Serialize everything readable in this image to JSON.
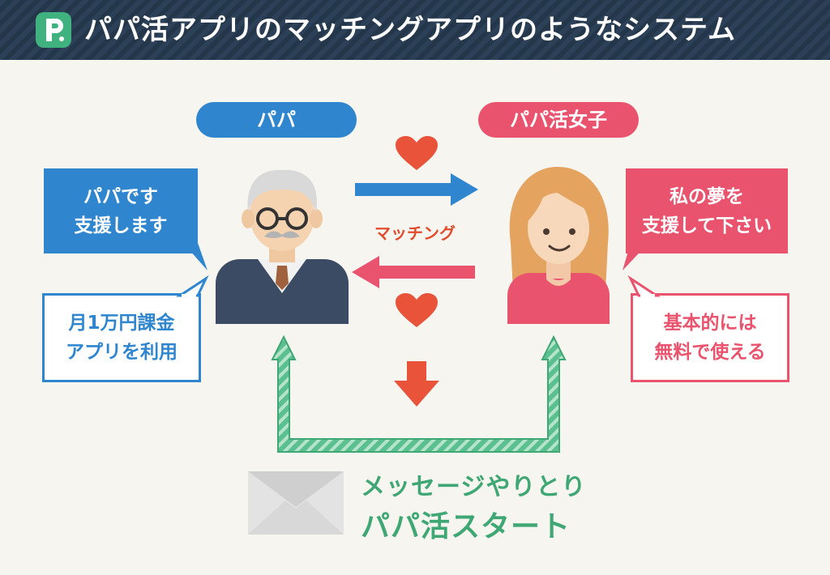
{
  "header": {
    "logo_letter": "P",
    "title": "パパ活アプリのマッチングアプリのようなシステム"
  },
  "papa": {
    "label": "パパ",
    "speech": [
      "パパです",
      "支援します"
    ],
    "note": [
      "月1万円課金",
      "アプリを利用"
    ]
  },
  "girl": {
    "label": "パパ活女子",
    "speech": [
      "私の夢を",
      "支援して下さい"
    ],
    "note": [
      "基本的には",
      "無料で使える"
    ]
  },
  "middle": {
    "matching": "マッチング"
  },
  "bottom": {
    "line1": "メッセージやりとり",
    "line2": "パパ活スタート"
  },
  "colors": {
    "header": "#2c4058",
    "blue": "#2f86cf",
    "pink": "#e9536d",
    "green": "#3fa774",
    "heart": "#e8533a"
  }
}
